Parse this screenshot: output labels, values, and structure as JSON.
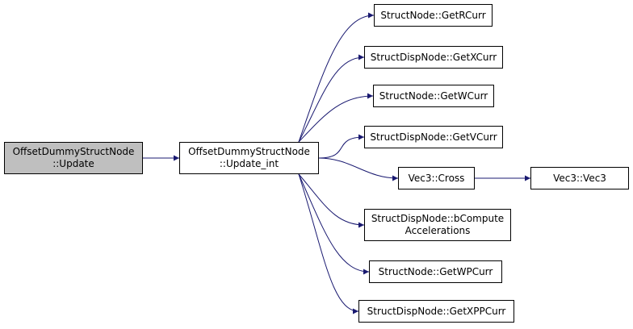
{
  "diagram": {
    "type": "call-graph",
    "colors": {
      "edge": "#191970",
      "root_fill": "#bfbfbf",
      "node_fill": "#ffffff",
      "border": "#000000"
    },
    "nodes": {
      "root": {
        "lines": [
          "OffsetDummyStructNode",
          "::Update"
        ]
      },
      "update": {
        "lines": [
          "OffsetDummyStructNode",
          "::Update_int"
        ]
      },
      "getr": {
        "lines": [
          "StructNode::GetRCurr"
        ]
      },
      "getx": {
        "lines": [
          "StructDispNode::GetXCurr"
        ]
      },
      "getw": {
        "lines": [
          "StructNode::GetWCurr"
        ]
      },
      "getv": {
        "lines": [
          "StructDispNode::GetVCurr"
        ]
      },
      "cross": {
        "lines": [
          "Vec3::Cross"
        ]
      },
      "vec3": {
        "lines": [
          "Vec3::Vec3"
        ]
      },
      "bcomp": {
        "lines": [
          "StructDispNode::bCompute",
          "Accelerations"
        ]
      },
      "getwp": {
        "lines": [
          "StructNode::GetWPCurr"
        ]
      },
      "getxpp": {
        "lines": [
          "StructDispNode::GetXPPCurr"
        ]
      }
    },
    "edges": [
      [
        "root",
        "update"
      ],
      [
        "update",
        "getr"
      ],
      [
        "update",
        "getx"
      ],
      [
        "update",
        "getw"
      ],
      [
        "update",
        "getv"
      ],
      [
        "update",
        "cross"
      ],
      [
        "cross",
        "vec3"
      ],
      [
        "update",
        "bcomp"
      ],
      [
        "update",
        "getwp"
      ],
      [
        "update",
        "getxpp"
      ]
    ]
  }
}
